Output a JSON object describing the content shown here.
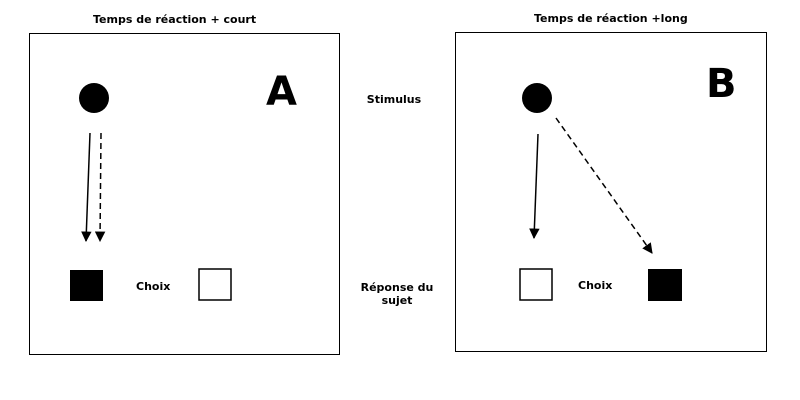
{
  "panel_a": {
    "title": "Temps de réaction + court",
    "letter": "A",
    "choice_label": "Choix"
  },
  "panel_b": {
    "title": "Temps de réaction +long",
    "letter": "B",
    "choice_label": "Choix"
  },
  "labels": {
    "stimulus": "Stimulus",
    "response_line1": "Réponse du",
    "response_line2": "sujet"
  },
  "colors": {
    "ink": "#000000",
    "background": "#ffffff"
  }
}
